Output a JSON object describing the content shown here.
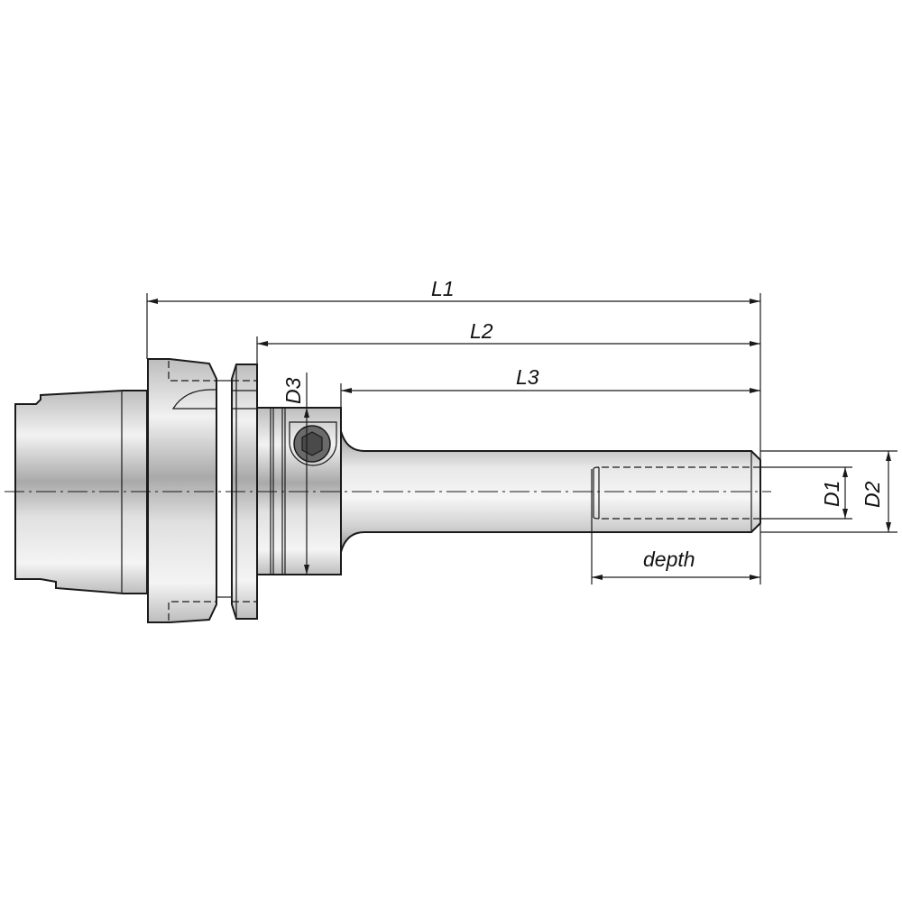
{
  "drawing": {
    "subject": "tool holder side view",
    "colors": {
      "outline": "#1a1a1a",
      "metal_light": "#e8e8e8",
      "metal_mid": "#a8a8a8",
      "groove_dark": "#4a4a4a",
      "background": "#ffffff"
    },
    "dimensions": {
      "L1": "L1",
      "L2": "L2",
      "L3": "L3",
      "D1": "D1",
      "D2": "D2",
      "D3": "D3",
      "depth": "depth"
    }
  }
}
